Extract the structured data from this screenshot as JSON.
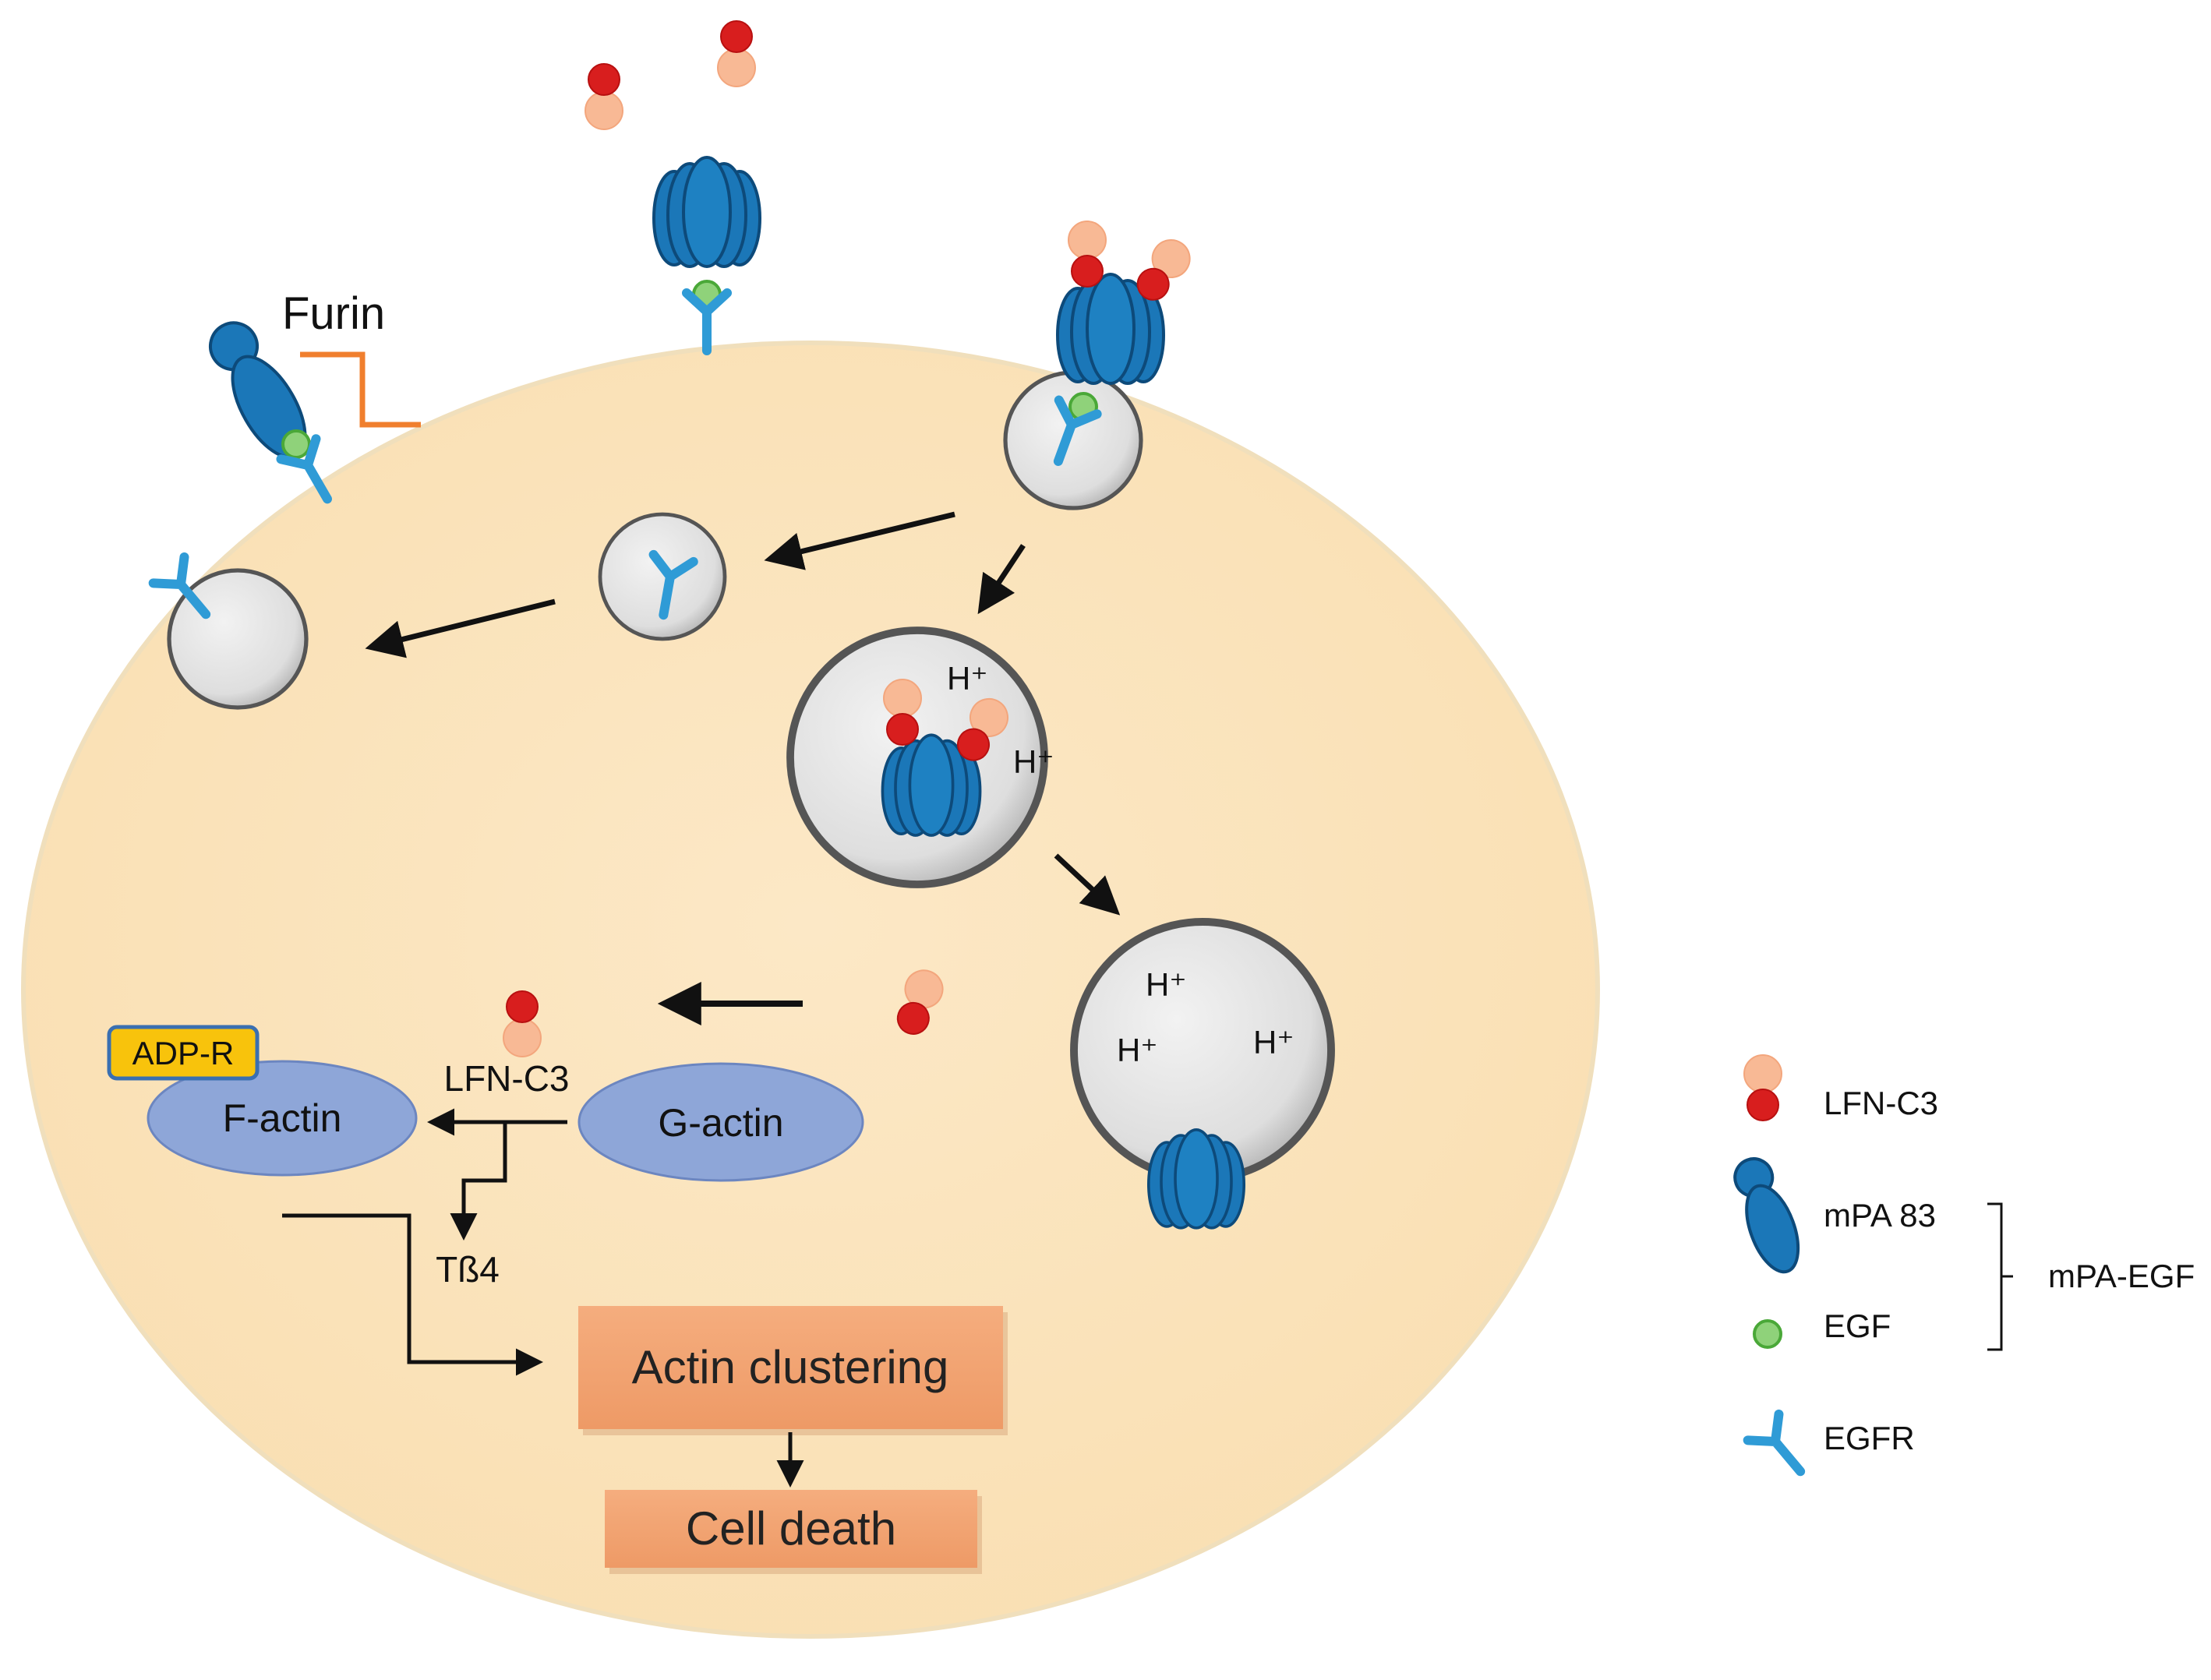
{
  "labels": {
    "furin": "Furin",
    "h_plus": "H⁺",
    "adp_r": "ADP-R",
    "f_actin": "F-actin",
    "g_actin": "G-actin",
    "lfn_c3": "LFN-C3",
    "tb4": "Tß4",
    "actin_clustering": "Actin clustering",
    "cell_death": "Cell death"
  },
  "legend": {
    "items": [
      {
        "label": "LFN-C3",
        "icon": "lfn-c3-icon"
      },
      {
        "label": "mPA 83",
        "icon": "mpa83-icon"
      },
      {
        "label": "EGF",
        "icon": "egf-icon"
      },
      {
        "label": "EGFR",
        "icon": "egfr-icon"
      }
    ],
    "group_label": "mPA-EGF"
  },
  "colors": {
    "cell": "#fbe5c0",
    "cell_border": "#efdcb4",
    "vesicle": "#e6e6e6",
    "protein": "#1b77b8",
    "protein_dark": "#0d4a7a",
    "lfn_light": "#f8b995",
    "lfn_dark": "#d81e1e",
    "egf": "#8fd27a",
    "egf_border": "#4aa838",
    "egfr": "#2f9bd6",
    "furin": "#f07f2e",
    "actin": "#8ea6d8",
    "adp_r": "#f8c30c",
    "box": "#f2a170"
  }
}
